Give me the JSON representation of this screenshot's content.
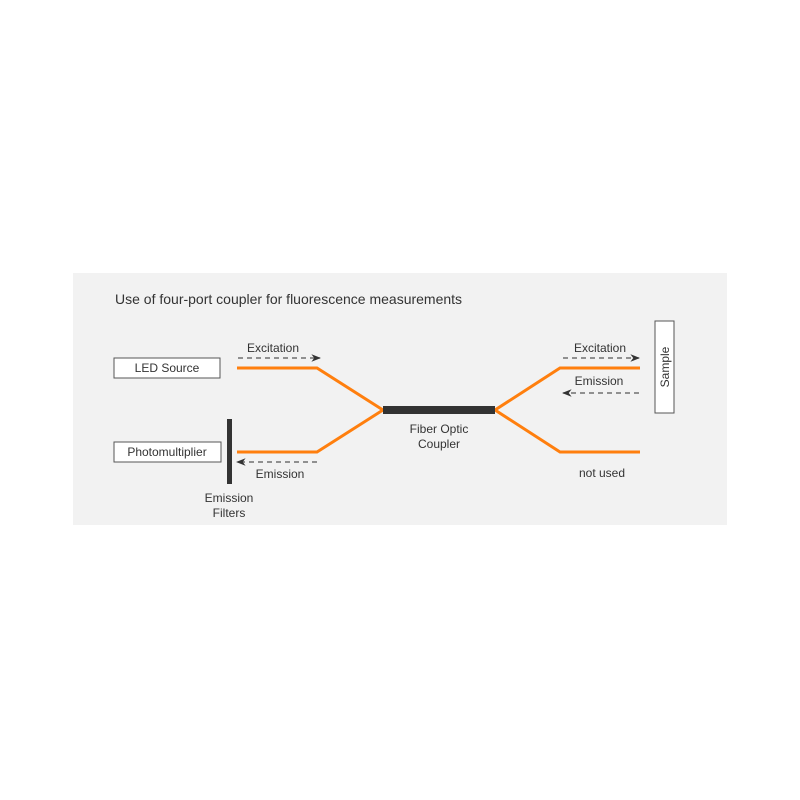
{
  "title": "Use of four-port coupler for fluorescence measurements",
  "components": {
    "led_source": "LED Source",
    "photomultiplier": "Photomultiplier",
    "emission_filters_line1": "Emission",
    "emission_filters_line2": "Filters",
    "coupler_line1": "Fiber Optic",
    "coupler_line2": "Coupler",
    "sample": "Sample",
    "not_used": "not used"
  },
  "arrows": {
    "left_excitation": "Excitation",
    "left_emission": "Emission",
    "right_excitation": "Excitation",
    "right_emission": "Emission"
  },
  "colors": {
    "fiber": "#ff7f0e",
    "coupler": "#333333",
    "panel_bg": "#f2f2f2"
  }
}
